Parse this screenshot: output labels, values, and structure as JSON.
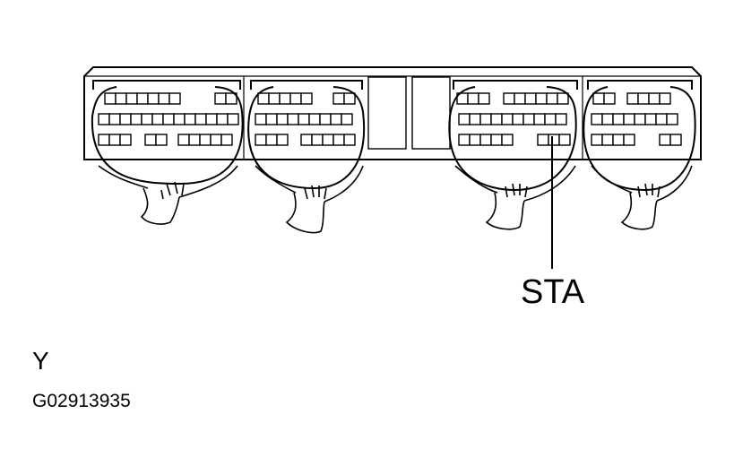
{
  "diagram": {
    "callout_label": "STA",
    "view_label": "Y",
    "figure_code": "G02913935"
  }
}
